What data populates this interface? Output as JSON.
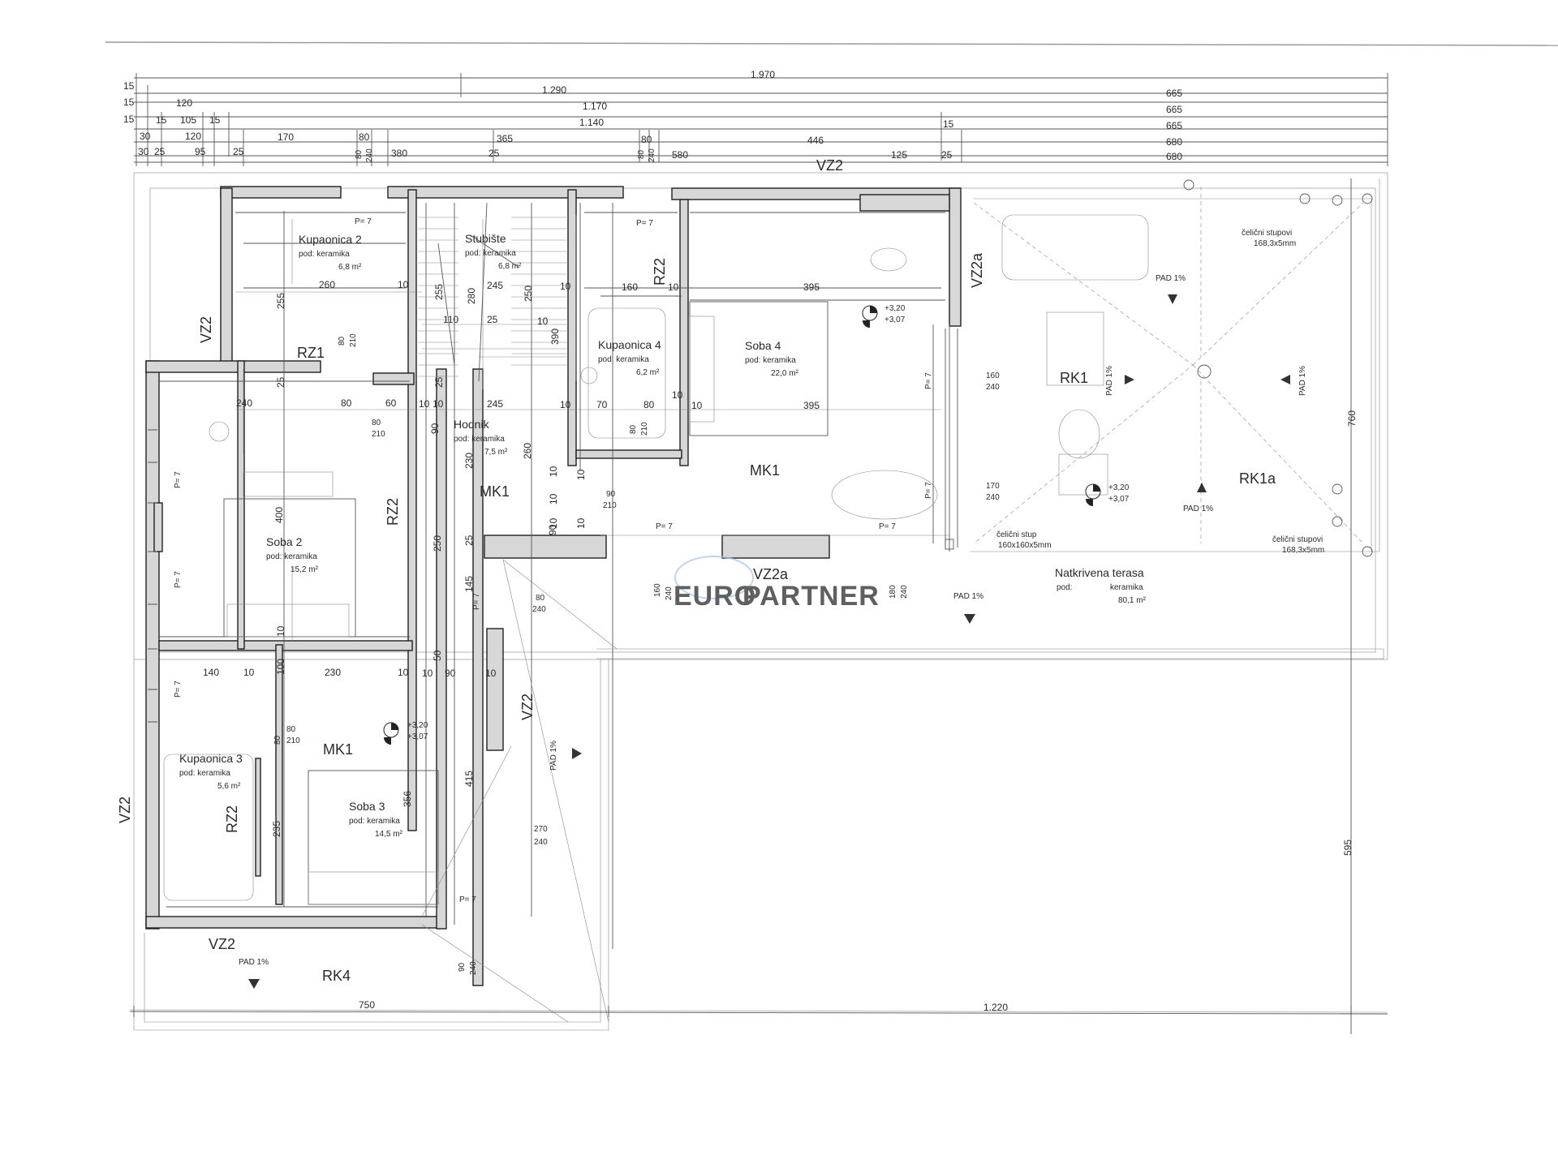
{
  "colors": {
    "logo_euro": "#8ecbd9",
    "logo_partner": "#c3e8ae",
    "logo_circle": "#a9c7e6",
    "wall_fill": "#d7d7d7",
    "line": "#1e1e1e"
  },
  "logo": {
    "euro": "EURO",
    "partner": "PARTNER"
  },
  "dims_top": {
    "r1": [
      "1.970"
    ],
    "r2": [
      "15",
      "1.290",
      "665"
    ],
    "r3": [
      "15",
      "120",
      "1.170",
      "665"
    ],
    "r4": [
      "15",
      "15",
      "105",
      "15",
      "1.140",
      "15",
      "665"
    ],
    "r5": [
      "30",
      "120",
      "170",
      "80",
      "365",
      "80",
      "446",
      "680"
    ],
    "r6": [
      "30",
      "25",
      "95",
      "25",
      "380",
      "25",
      "580",
      "125",
      "25",
      "680"
    ],
    "small_80_240": [
      "80",
      "240"
    ]
  },
  "dims_bottom": {
    "left": "750",
    "right": "1.220"
  },
  "dims_right": {
    "upper": "760",
    "lower": "595"
  },
  "rooms": [
    {
      "name": "Kupaonica 2",
      "floor": "pod: keramika",
      "area": "6,8 m²"
    },
    {
      "name": "Stubište",
      "floor": "pod: keramika",
      "area": "6,8 m²"
    },
    {
      "name": "Kupaonica 4",
      "floor": "pod: keramika",
      "area": "6,2 m²"
    },
    {
      "name": "Soba 4",
      "floor": "pod: keramika",
      "area": "22,0 m²"
    },
    {
      "name": "Hodnik",
      "floor": "pod: keramika",
      "area": "7,5 m²"
    },
    {
      "name": "Soba 2",
      "floor": "pod: keramika",
      "area": "15,2 m²"
    },
    {
      "name": "Kupaonica 3",
      "floor": "pod: keramika",
      "area": "5,6 m²"
    },
    {
      "name": "Soba 3",
      "floor": "pod: keramika",
      "area": "14,5 m²"
    }
  ],
  "terrace": {
    "name": "Natkrivena terasa",
    "floor_label": "pod:",
    "floor": "keramika",
    "area": "80,1 m²"
  },
  "columns": {
    "top": {
      "label": "čelični stupovi",
      "size": "168,3x5mm"
    },
    "bottom": {
      "label": "čelični stupovi",
      "size": "168,3x5mm"
    },
    "single": {
      "label": "čelični stup",
      "size": "160x160x5mm"
    }
  },
  "tags": {
    "vz2": "VZ2",
    "vz2a": "VZ2a",
    "rz1": "RZ1",
    "rz2": "RZ2",
    "mk1": "MK1",
    "rk1": "RK1",
    "rk1a": "RK1a",
    "rk4": "RK4",
    "pad": "PAD 1%",
    "p7": "P= 7"
  },
  "levels": {
    "upper": "+3,20",
    "lower": "+3,07"
  },
  "interior_dims": [
    "255",
    "260",
    "10",
    "255",
    "280",
    "245",
    "250",
    "10",
    "160",
    "10",
    "395",
    "110",
    "25",
    "10",
    "390",
    "25",
    "25",
    "80",
    "210",
    "240",
    "80",
    "60",
    "10",
    "10",
    "245",
    "10",
    "70",
    "80",
    "10",
    "10",
    "395",
    "80",
    "210",
    "90",
    "230",
    "260",
    "80",
    "210",
    "400",
    "250",
    "25",
    "145",
    "90",
    "210",
    "10",
    "10",
    "10",
    "90",
    "10",
    "10",
    "10",
    "50",
    "160",
    "240",
    "180",
    "240",
    "100",
    "140",
    "10",
    "230",
    "10",
    "10",
    "90",
    "10",
    "80",
    "210",
    "356",
    "415",
    "235",
    "270",
    "240",
    "90",
    "240",
    "80",
    "240",
    "160",
    "240",
    "170",
    "240"
  ]
}
